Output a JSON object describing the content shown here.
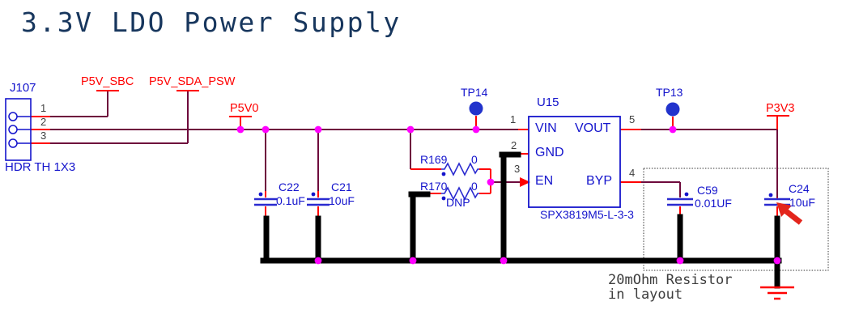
{
  "title": "3.3V LDO Power Supply",
  "connector": {
    "refdes": "J107",
    "part": "HDR TH 1X3",
    "pin_numbers": [
      "1",
      "2",
      "3"
    ]
  },
  "net_labels": {
    "p5v_sbc": "P5V_SBC",
    "p5v_sda_psw": "P5V_SDA_PSW",
    "p5v0": "P5V0",
    "p3v3": "P3V3"
  },
  "test_points": {
    "tp14": "TP14",
    "tp13": "TP13"
  },
  "regulator": {
    "refdes": "U15",
    "part_number": "SPX3819M5-L-3-3",
    "pins": {
      "vin": {
        "num": "1",
        "name": "VIN"
      },
      "gnd": {
        "num": "2",
        "name": "GND"
      },
      "en": {
        "num": "3",
        "name": "EN"
      },
      "byp": {
        "num": "4",
        "name": "BYP"
      },
      "vout": {
        "num": "5",
        "name": "VOUT"
      }
    }
  },
  "resistors": {
    "r169": {
      "refdes": "R169",
      "value": "0"
    },
    "r170": {
      "refdes": "R170",
      "value": "0",
      "dnp": "DNP"
    }
  },
  "capacitors": {
    "c22": {
      "refdes": "C22",
      "value": "0.1uF"
    },
    "c21": {
      "refdes": "C21",
      "value": "10uF"
    },
    "c59": {
      "refdes": "C59",
      "value": "0.01UF"
    },
    "c24": {
      "refdes": "C24",
      "value": "10uF"
    }
  },
  "note": {
    "line1": "20mOhm Resistor",
    "line2": "in layout"
  },
  "colors": {
    "wire": "#6e0a3c",
    "pin_stub": "#ff0000",
    "junction": "#ff00ff",
    "symbol_blue": "#1414cc",
    "ground_bus": "#000000",
    "title_text": "#17365d",
    "note_text": "#3d3d3d",
    "ground_symbol": "#ff0000",
    "annotation_arrow": "#e3251c",
    "test_point_fill": "#2233cc"
  }
}
